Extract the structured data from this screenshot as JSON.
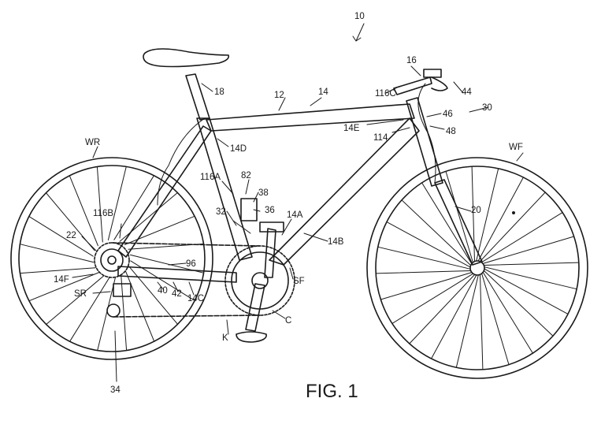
{
  "figure": {
    "caption": "FIG. 1",
    "assembly_number": "10"
  },
  "labels": {
    "wr": "WR",
    "wf": "WF",
    "n12": "12",
    "n14": "14",
    "n16": "16",
    "n18": "18",
    "n20": "20",
    "n22": "22",
    "n30": "30",
    "n32": "32",
    "n34": "34",
    "n36": "36",
    "n38": "38",
    "n40": "40",
    "n42": "42",
    "n44": "44",
    "n46": "46",
    "n48": "48",
    "n82": "82",
    "n96": "96",
    "n114": "114",
    "n116a": "116A",
    "n116b": "116B",
    "n116c": "116C",
    "n14a": "14A",
    "n14b": "14B",
    "n14c": "14C",
    "n14d": "14D",
    "n14e": "14E",
    "n14f": "14F",
    "sf": "SF",
    "sr": "SR",
    "c": "C",
    "k": "K"
  }
}
